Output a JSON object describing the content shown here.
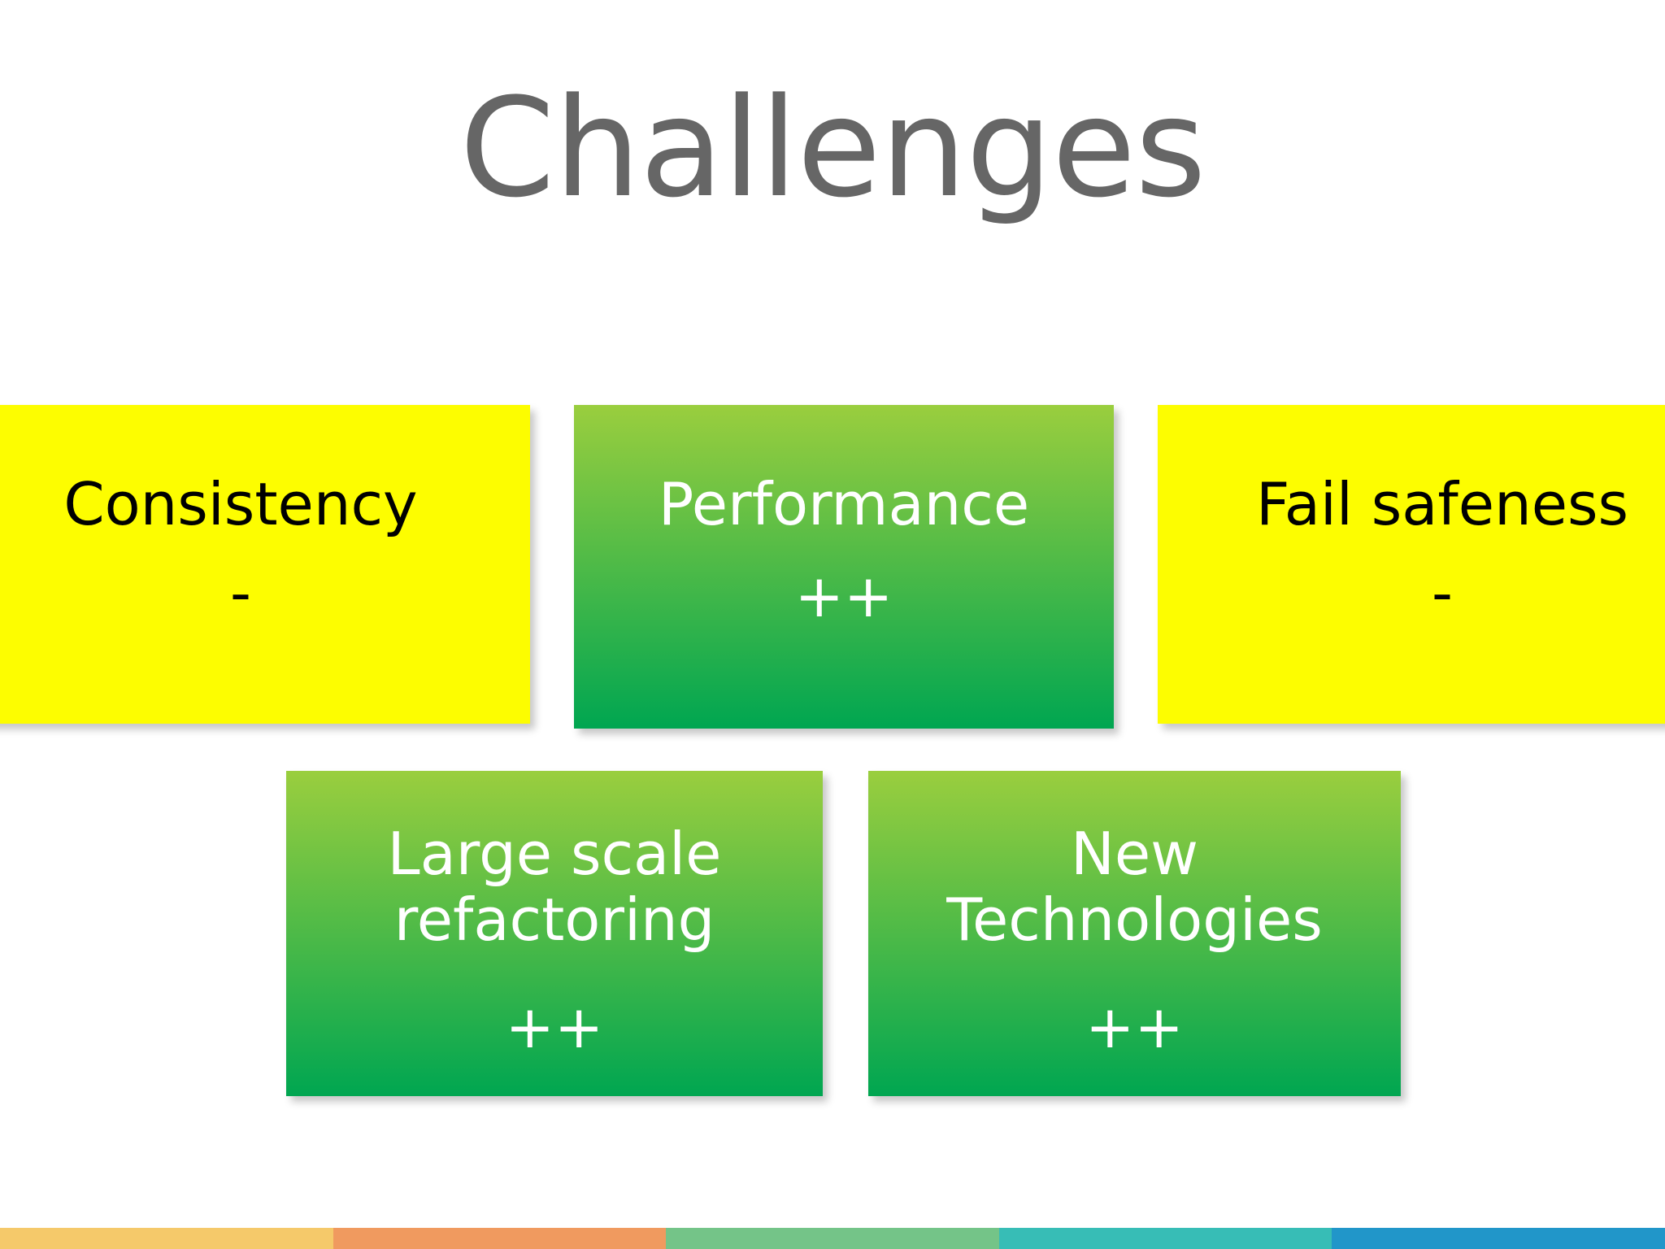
{
  "slide": {
    "title": "Challenges",
    "title_color": "#666666",
    "background_color": "#ffffff"
  },
  "cards": [
    {
      "name": "consistency",
      "label": "Consistency",
      "rating": "-",
      "style": "yellow",
      "fill_color": "#fdfd00",
      "text_color": "#000000"
    },
    {
      "name": "performance",
      "label": "Performance",
      "rating": "++",
      "style": "green",
      "fill_color_top": "#9ace3e",
      "fill_color_bottom": "#00a651",
      "text_color": "#ffffff"
    },
    {
      "name": "fail-safeness",
      "label": "Fail safeness",
      "rating": "-",
      "style": "yellow",
      "fill_color": "#fdfd00",
      "text_color": "#000000"
    },
    {
      "name": "large-scale-refactoring",
      "label": "Large scale\nrefactoring",
      "rating": "++",
      "style": "green",
      "fill_color_top": "#9ace3e",
      "fill_color_bottom": "#00a651",
      "text_color": "#ffffff"
    },
    {
      "name": "new-technologies",
      "label": "New\nTechnologies",
      "rating": "++",
      "style": "green",
      "fill_color_top": "#9ace3e",
      "fill_color_bottom": "#00a651",
      "text_color": "#ffffff"
    }
  ],
  "bottom_bar": {
    "segments": [
      {
        "name": "gold",
        "color": "#f5c96a"
      },
      {
        "name": "orange",
        "color": "#f09a5f"
      },
      {
        "name": "green",
        "color": "#74c488"
      },
      {
        "name": "teal",
        "color": "#37bdb6"
      },
      {
        "name": "blue",
        "color": "#2196c9"
      }
    ]
  }
}
